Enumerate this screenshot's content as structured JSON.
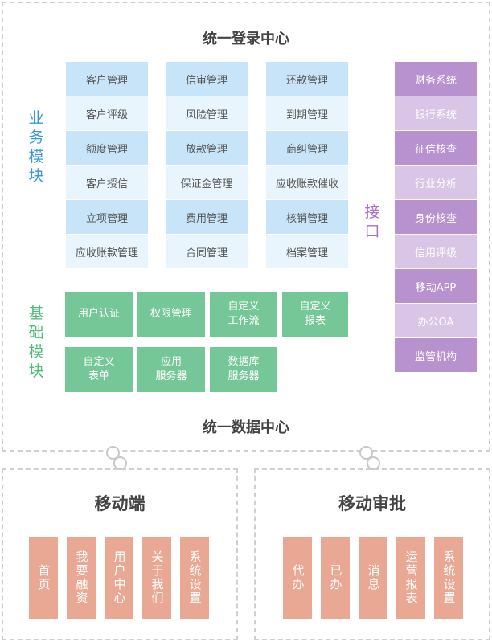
{
  "header": {
    "title": "统一登录中心"
  },
  "footer": {
    "title": "统一数据中心"
  },
  "business": {
    "label": "业务模块",
    "columns": [
      [
        "客户管理",
        "客户评级",
        "额度管理",
        "客户授信",
        "立项管理",
        "应收账款管理"
      ],
      [
        "信审管理",
        "风险管理",
        "放款管理",
        "保证金管理",
        "费用管理",
        "合同管理"
      ],
      [
        "还款管理",
        "到期管理",
        "商纠管理",
        "应收账款催收",
        "核销管理",
        "档案管理"
      ]
    ]
  },
  "base": {
    "label": "基础模块",
    "items": [
      "用户认证",
      "权限管理",
      "自定义\n工作流",
      "自定义\n报表",
      "自定义\n表单",
      "应用\n服务器",
      "数据库\n服务器"
    ]
  },
  "interface": {
    "label": "接口",
    "items": [
      "财务系统",
      "银行系统",
      "征信核查",
      "行业分析",
      "身份核查",
      "信用评级",
      "移动APP",
      "办公OA",
      "监管机构"
    ]
  },
  "mobile": {
    "title": "移动端",
    "items": [
      "首页",
      "我要融资",
      "用户中心",
      "关于我们",
      "系统设置"
    ]
  },
  "approval": {
    "title": "移动审批",
    "items": [
      "代办",
      "已办",
      "消息",
      "运营报表",
      "系统设置"
    ]
  },
  "colors": {
    "business_dark": "#c7e4f8",
    "business_light": "#e8f5fd",
    "base": "#75c797",
    "interface_dark": "#b891cf",
    "interface_light": "#d9c5e6",
    "mobile_box": "#e9a894"
  }
}
